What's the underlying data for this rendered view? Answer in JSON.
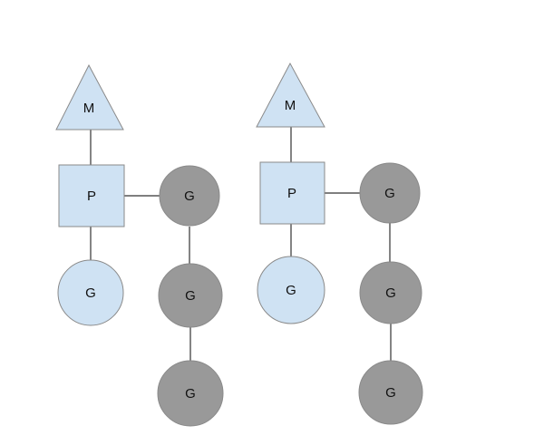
{
  "colors": {
    "light_fill": "#cfe2f3",
    "gray_fill": "#999999",
    "edge": "#333333",
    "label": "#111111"
  },
  "diagram": {
    "groups": [
      {
        "machine": {
          "label": "M"
        },
        "processor": {
          "label": "P"
        },
        "running_goroutine": {
          "label": "G"
        },
        "queue": [
          {
            "label": "G"
          },
          {
            "label": "G"
          },
          {
            "label": "G"
          }
        ]
      },
      {
        "machine": {
          "label": "M"
        },
        "processor": {
          "label": "P"
        },
        "running_goroutine": {
          "label": "G"
        },
        "queue": [
          {
            "label": "G"
          },
          {
            "label": "G"
          },
          {
            "label": "G"
          }
        ]
      }
    ]
  }
}
